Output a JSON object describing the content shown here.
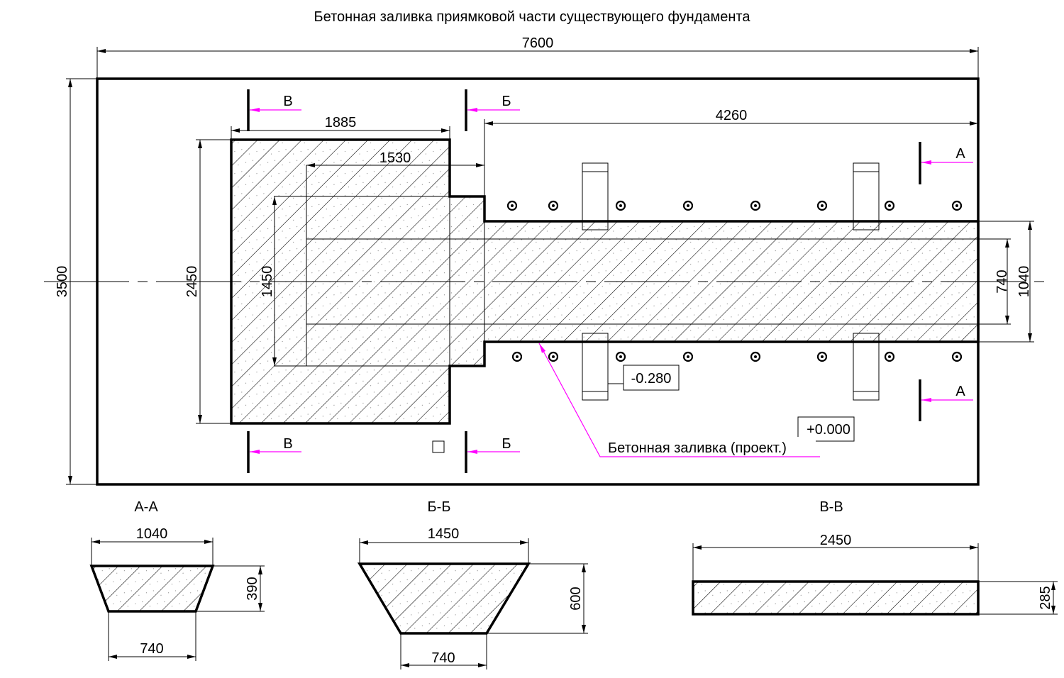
{
  "title": "Бетонная заливка приямковой части существующего фундамента",
  "colors": {
    "section_arrows": "#ff00ff",
    "lines": "#000000"
  },
  "plan": {
    "dims": {
      "overall_length": "7600",
      "overall_width": "3500",
      "block_length": "1885",
      "block_width": "2450",
      "inner_length": "1530",
      "inner_width": "1450",
      "channel_length": "4260",
      "channel_inner_width": "740",
      "channel_outer_width": "1040"
    },
    "section_marks": {
      "a": "А",
      "b": "Б",
      "v": "В"
    },
    "levels": {
      "bottom": "-0.280",
      "top": "+0.000"
    },
    "note": "Бетонная заливка (проект.)"
  },
  "sections": [
    {
      "label": "А-А",
      "top": "1040",
      "bottom": "740",
      "height": "390"
    },
    {
      "label": "Б-Б",
      "top": "1450",
      "bottom": "740",
      "height": "600"
    },
    {
      "label": "В-В",
      "top": "2450",
      "height": "285"
    }
  ]
}
